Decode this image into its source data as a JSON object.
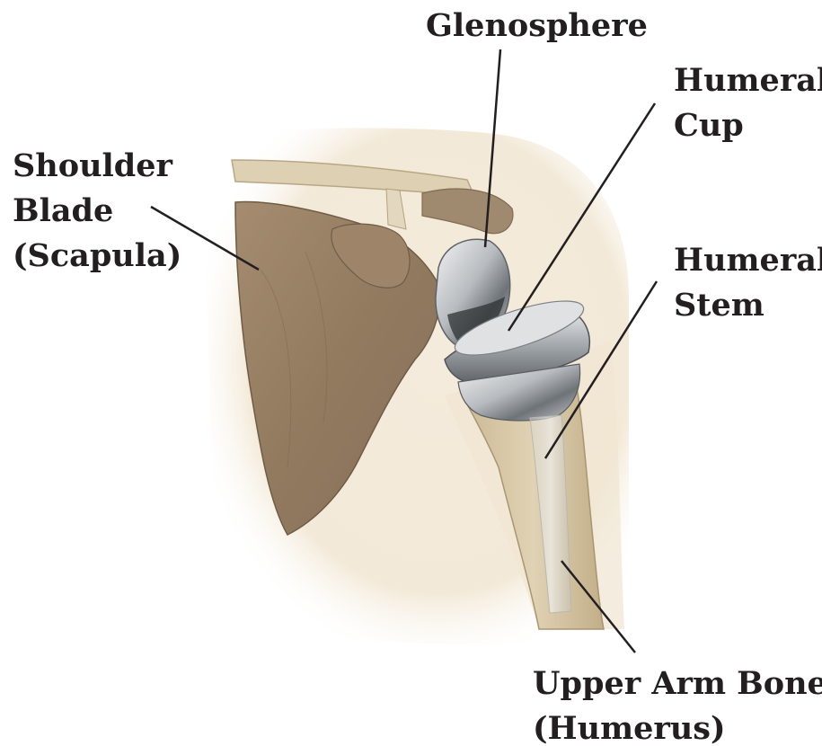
{
  "labels": {
    "glenosphere": {
      "lines": [
        "Glenosphere"
      ]
    },
    "shoulder_blade": {
      "lines": [
        "Shoulder",
        "Blade",
        "(Scapula)"
      ]
    },
    "humeral_cup": {
      "lines": [
        "Humeral",
        "Cup"
      ]
    },
    "humeral_stem": {
      "lines": [
        "Humeral",
        "Stem"
      ]
    },
    "upper_arm_bone": {
      "lines": [
        "Upper Arm Bone",
        "(Humerus)"
      ]
    }
  },
  "colors": {
    "label_text": "#231f20",
    "leader_line": "#231f20",
    "skin": "#f3e9d8",
    "bone": "#d6c6a3",
    "scapula": "#9c8266",
    "implant_metal": "#b8bcc0"
  }
}
